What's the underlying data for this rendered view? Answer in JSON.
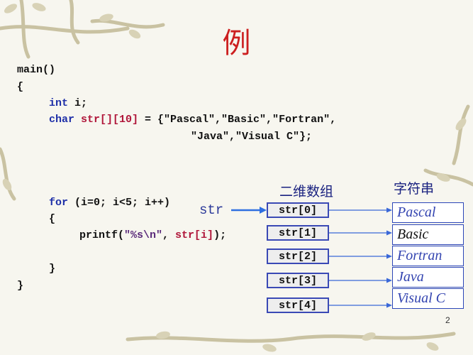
{
  "slide": {
    "title": "例",
    "page_number": "2"
  },
  "code": {
    "line1": "main()",
    "line2": "{",
    "line3_kw": "int",
    "line3_rest": " i;",
    "line4_kw": "char",
    "line4_var": " str[][10]",
    "line4_rest": " = {\"Pascal\",\"Basic\",\"Fortran\",",
    "line5": "\"Java\",\"Visual C\"};",
    "line6_kw": "for",
    "line6_rest": " (i=0; i<5; i++)",
    "line7": "{",
    "line8_fn": "printf(",
    "line8_str": "\"%s\\n\"",
    "line8_mid": ", ",
    "line8_arg": "str[i]",
    "line8_end": ");",
    "line9": "}",
    "line10": "}"
  },
  "diagram": {
    "label_2d_array": "二维数组",
    "label_string": "字符串",
    "pointer_label": "str",
    "cells": [
      "str[0]",
      "str[1]",
      "str[2]",
      "str[3]",
      "str[4]"
    ],
    "strings": [
      "Pascal",
      "Basic",
      "Fortran",
      "Java",
      "Visual C"
    ],
    "arrow_color": "#2f6fe0"
  }
}
